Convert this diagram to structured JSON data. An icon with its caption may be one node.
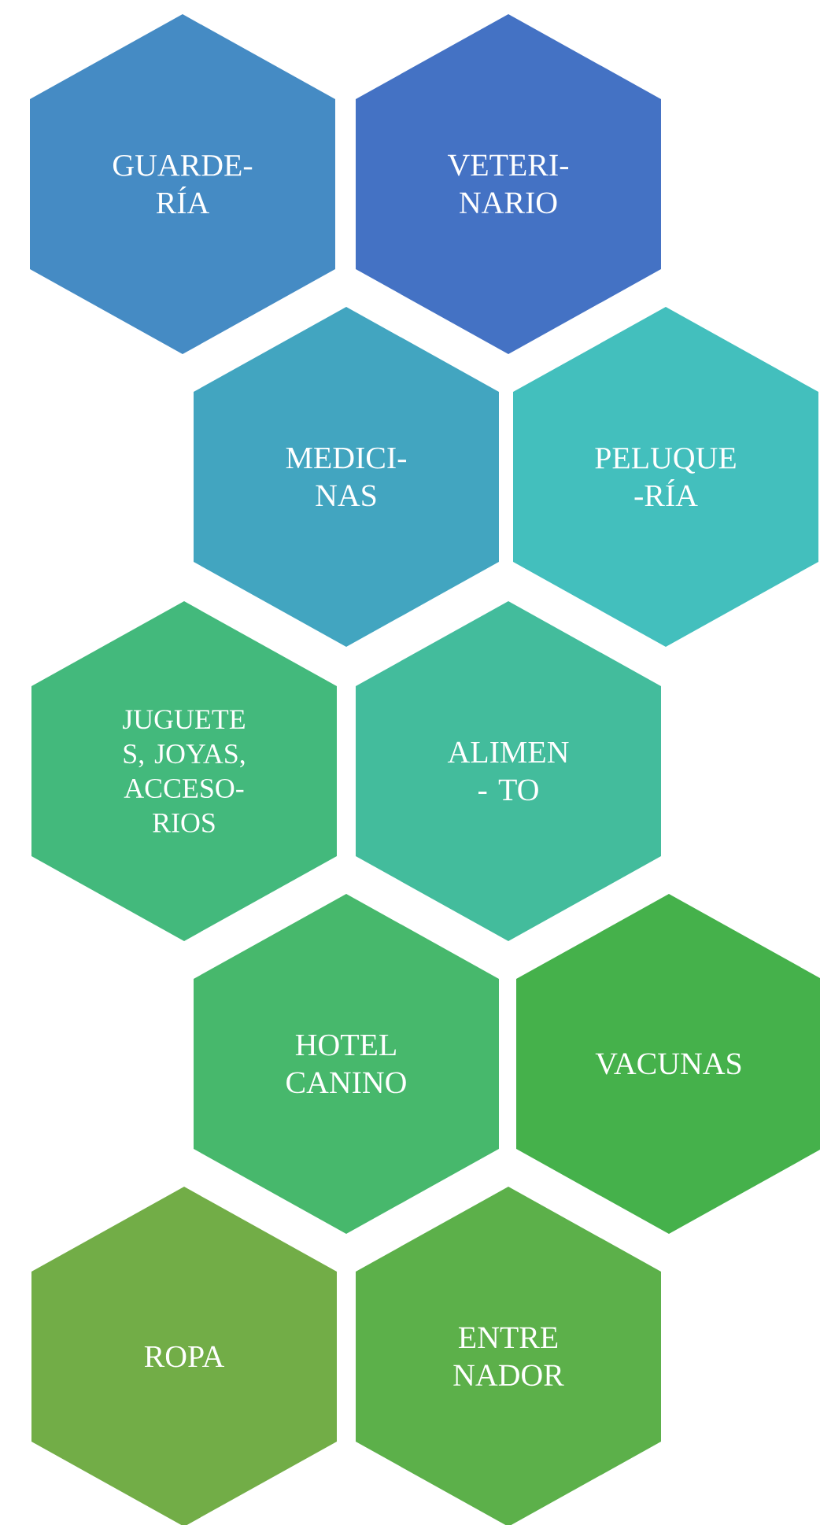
{
  "diagram": {
    "nodes": [
      {
        "text": [
          "GUARDE- RÍA"
        ]
      },
      {
        "text": [
          "VETERI- NARIO"
        ]
      },
      {
        "text": [
          "MEDICI- NAS"
        ]
      },
      {
        "text": [
          "PELUQUE -RÍA"
        ]
      },
      {
        "text": [
          "JUGUETE S, JOYAS, ACCESO- RIOS"
        ]
      },
      {
        "text": [
          "ALIMEN - TO"
        ]
      },
      {
        "text": [
          "HOTEL CANINO"
        ]
      },
      {
        "text": [
          "VACUNAS"
        ]
      },
      {
        "text": [
          "ROPA"
        ]
      },
      {
        "text": [
          "ENTRE NADOR"
        ]
      }
    ]
  }
}
